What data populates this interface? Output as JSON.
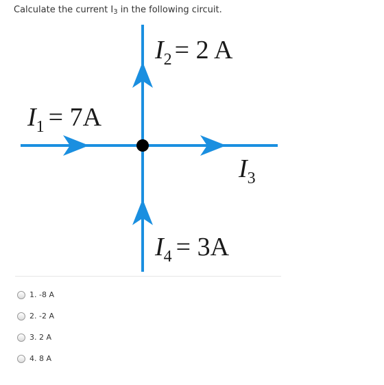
{
  "question": {
    "prefix": "Calculate the current I",
    "subscript": "3",
    "suffix": " in the following circuit."
  },
  "diagram": {
    "colors": {
      "wire": "#1a8fe0",
      "junction": "#000000",
      "text": "#1a1a1a"
    },
    "labels": {
      "i1": {
        "var": "I",
        "sub": "1",
        "eq": "= 7A"
      },
      "i2": {
        "var": "I",
        "sub": "2",
        "eq": "= 2 A"
      },
      "i3": {
        "var": "I",
        "sub": "3"
      },
      "i4": {
        "var": "I",
        "sub": "4",
        "eq": "= 3A"
      }
    }
  },
  "options": [
    {
      "num": "1.",
      "value": "-8 A"
    },
    {
      "num": "2.",
      "value": "-2 A"
    },
    {
      "num": "3.",
      "value": "2 A"
    },
    {
      "num": "4.",
      "value": "8 A"
    }
  ]
}
